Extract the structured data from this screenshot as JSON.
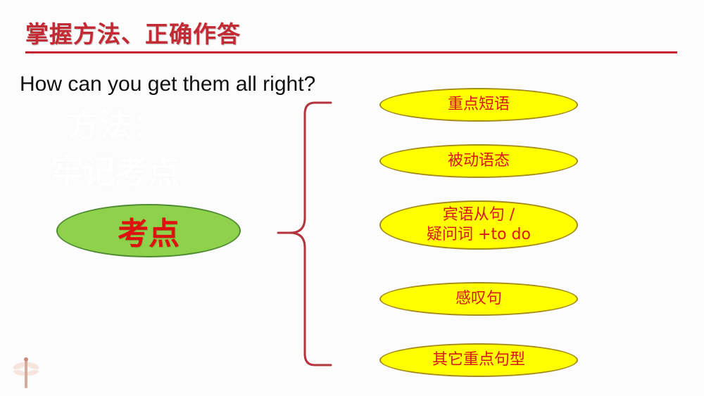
{
  "slide": {
    "title": "掌握方法、正确作答",
    "question": "How can you get them all right?",
    "watermark": {
      "line1": "方法：",
      "line2": "牢记考点"
    }
  },
  "diagram": {
    "center_label": "考点",
    "items": [
      {
        "label": "重点短语"
      },
      {
        "label": "被动语态"
      },
      {
        "label_line1": "宾语从句 /",
        "label_line2": "疑问词 +to do"
      },
      {
        "label": "感叹句"
      },
      {
        "label": "其它重点句型"
      }
    ]
  },
  "colors": {
    "title": "#c32a33",
    "rule": "#c42230",
    "center_fill": "#8dd24a",
    "center_text": "#e01010",
    "item_fill": "#ffff00",
    "item_text": "#d81818",
    "brace": "#b3343c"
  }
}
